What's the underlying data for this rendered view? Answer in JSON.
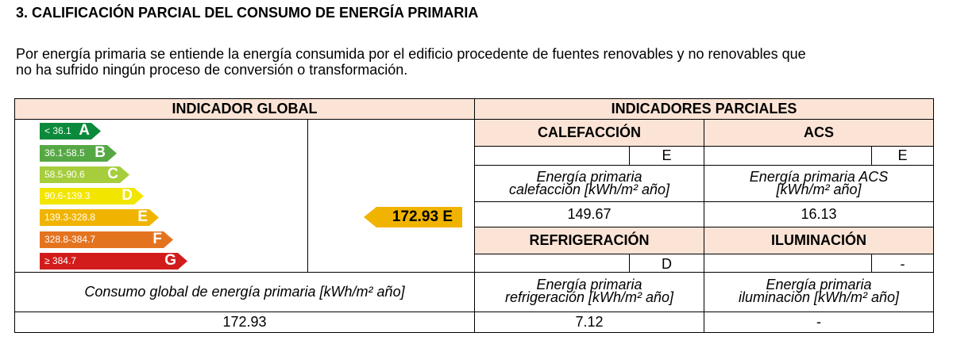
{
  "section_title": "3. CALIFICACIÓN PARCIAL DEL CONSUMO DE ENERGÍA PRIMARIA",
  "intro": [
    "Por energía primaria se entiende la energía consumida por el edificio procedente de fuentes renovables y no renovables que",
    "no ha sufrido ningún proceso de conversión o transformación."
  ],
  "global": {
    "header": "INDICADOR GLOBAL",
    "scale": [
      {
        "range": "< 36.1",
        "letter": "A",
        "color": "#0c8a3c"
      },
      {
        "range": "36.1-58.5",
        "letter": "B",
        "color": "#56a844"
      },
      {
        "range": "58.5-90.6",
        "letter": "C",
        "color": "#a6cd3c"
      },
      {
        "range": "90.6-139.3",
        "letter": "D",
        "color": "#f2e600"
      },
      {
        "range": "139.3-328.8",
        "letter": "E",
        "color": "#f0b400"
      },
      {
        "range": "328.8-384.7",
        "letter": "F",
        "color": "#e4731f"
      },
      {
        "range": "≥ 384.7",
        "letter": "G",
        "color": "#d21c1c"
      }
    ],
    "indicator": "172.93 E",
    "indicator_color": "#f0b400",
    "consumption_label": "Consumo global de energía primaria [kWh/m² año]",
    "consumption_value": "172.93"
  },
  "partial": {
    "header": "INDICADORES PARCIALES",
    "calefaccion": {
      "title": "CALEFACCIÓN",
      "rating": "E",
      "label_line1": "Energía primaria",
      "label_line2": "calefacción [kWh/m² año]",
      "value": "149.67"
    },
    "acs": {
      "title": "ACS",
      "rating": "E",
      "label_line1": "Energía primaria ACS",
      "label_line2": "[kWh/m² año]",
      "value": "16.13"
    },
    "refrigeracion": {
      "title": "REFRIGERACIÓN",
      "rating": "D",
      "label_line1": "Energía primaria",
      "label_line2": "refrigeración [kWh/m² año]",
      "value": "7.12"
    },
    "iluminacion": {
      "title": "ILUMINACIÓN",
      "rating": "-",
      "label_line1": "Energía primaria",
      "label_line2": "iluminación [kWh/m² año]",
      "value": "-"
    }
  }
}
